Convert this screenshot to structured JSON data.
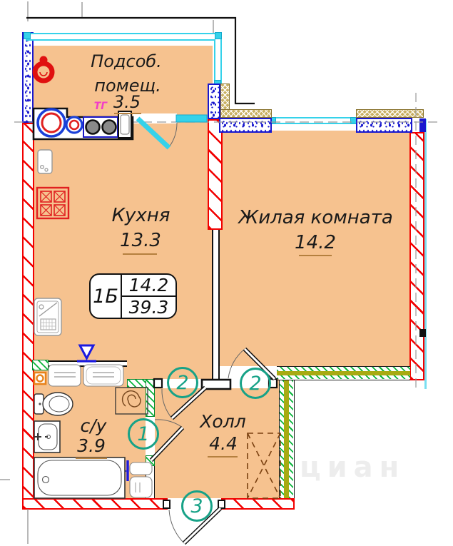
{
  "plan": {
    "flat_card": {
      "type_label": "1Б",
      "room_area": "14.2",
      "total_area": "39.3"
    },
    "rooms": {
      "utility": {
        "name_line1": "Подсоб.",
        "name_line2": "помещ.",
        "area": "3.5"
      },
      "kitchen": {
        "name": "Кухня",
        "area": "13.3"
      },
      "living": {
        "name": "Жилая комната",
        "area": "14.2"
      },
      "bathroom": {
        "name": "с/у",
        "area": "3.9"
      },
      "hall": {
        "name": "Холл",
        "area": "4.4"
      }
    },
    "doors": {
      "d1": "1",
      "d2_kitchen": "2",
      "d2_living": "2",
      "d3": "3"
    },
    "labels": {
      "gas": "ТГ"
    },
    "watermark": "циан",
    "colors": {
      "floor": "#f6c28f",
      "wall_red": "#f20000",
      "wall_blue": "#1818cf",
      "wall_green": "#0ab53c",
      "wall_olive": "#a8aa12",
      "window_cyan": "#35d2ea",
      "wall_tan": "#c9b063",
      "door_circle_teal": "#17a287",
      "area_underline": "#b5803f",
      "plumbing_blue": "#1a1ae0",
      "vent_orange": "#e8821a",
      "gas_magenta": "#f23cc8"
    }
  }
}
